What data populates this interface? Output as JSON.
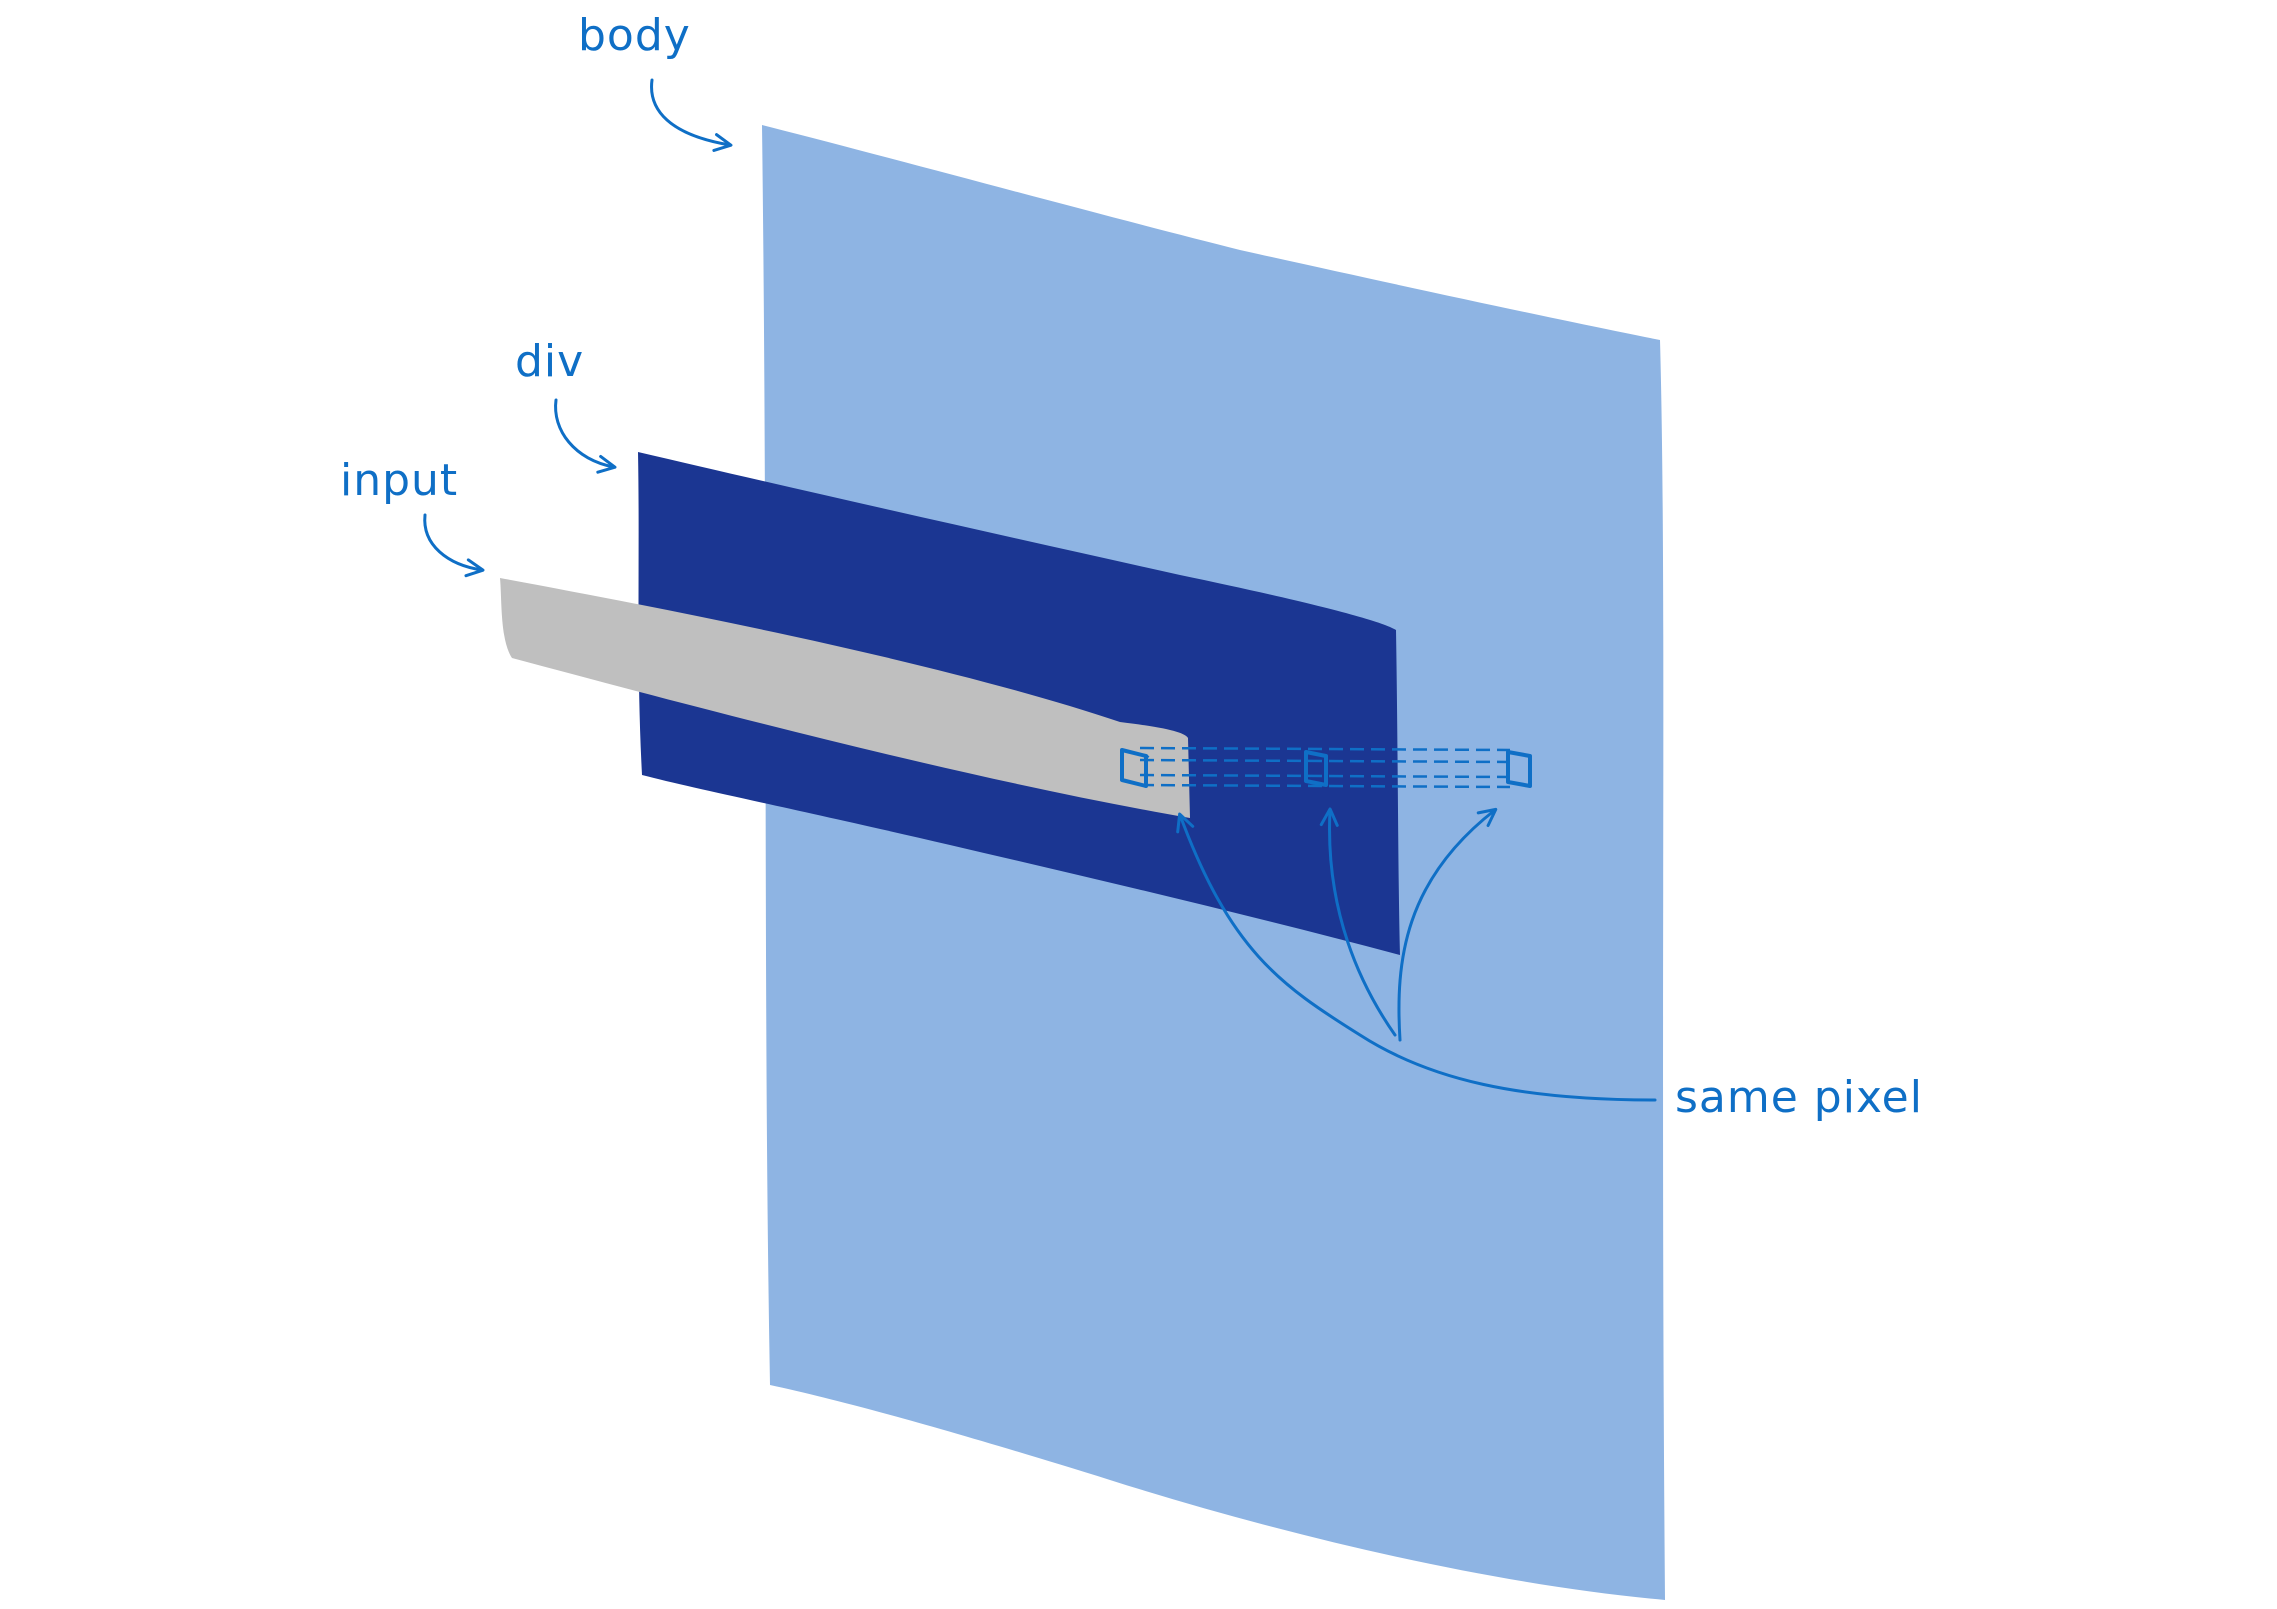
{
  "labels": {
    "body": "body",
    "div": "div",
    "input": "input",
    "same_pixel": "same pixel"
  },
  "colors": {
    "body_layer": "#8eb4e3",
    "div_layer": "#1b3692",
    "input_layer": "#bfbfbf",
    "annotation": "#0f6fc6",
    "background": "#ffffff"
  }
}
